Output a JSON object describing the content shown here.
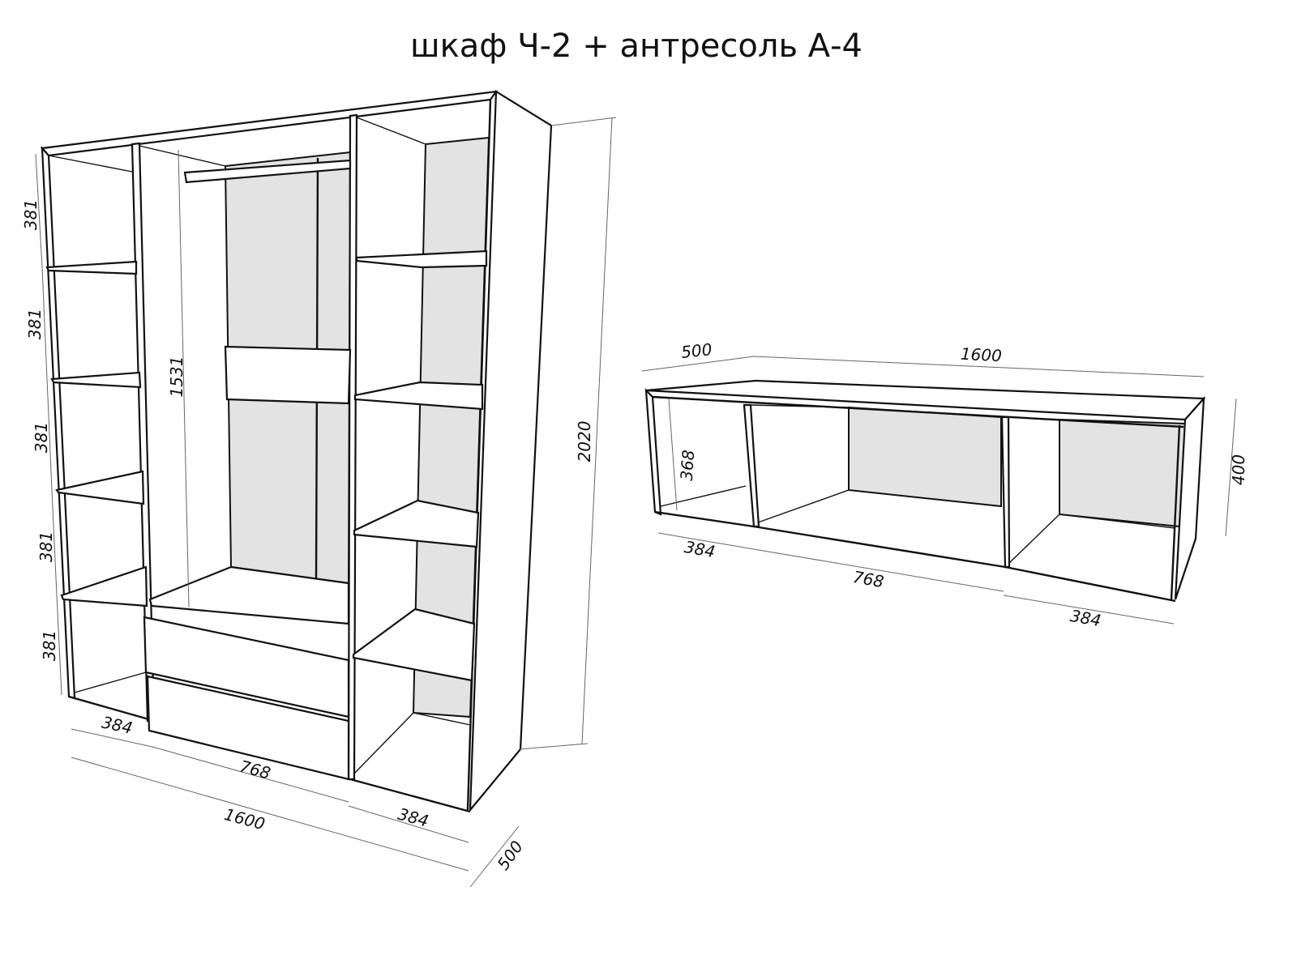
{
  "title": "шкаф Ч-2 + антресоль А-4",
  "wardrobe": {
    "shelf_heights": [
      "381",
      "381",
      "381",
      "381",
      "381"
    ],
    "rod_height": "1531",
    "total_height": "2020",
    "section_widths": [
      "384",
      "768",
      "384"
    ],
    "total_width": "1600",
    "depth": "500"
  },
  "mezzanine": {
    "depth": "500",
    "width": "1600",
    "inner_height": "368",
    "height": "400",
    "section_widths": [
      "384",
      "768",
      "384"
    ]
  },
  "colors": {
    "line": "#111111",
    "back_panel": "#e3e3e3",
    "dimension": "#666666"
  }
}
